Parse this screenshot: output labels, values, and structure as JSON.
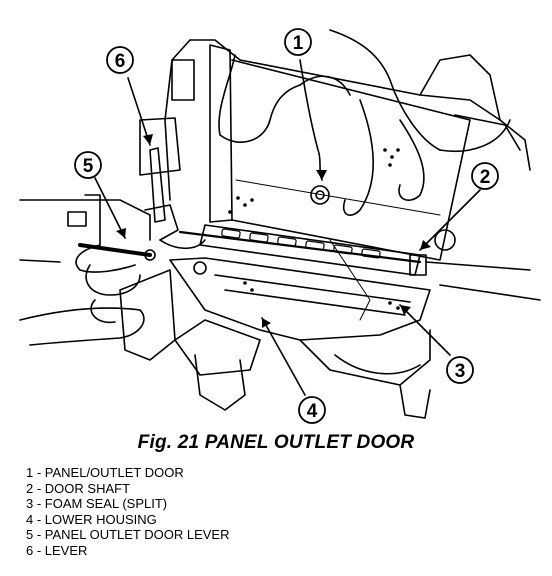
{
  "figure": {
    "caption": "Fig. 21 PANEL OUTLET DOOR",
    "callouts": [
      "1",
      "2",
      "3",
      "4",
      "5",
      "6"
    ]
  },
  "legend": [
    "1 - PANEL/OUTLET DOOR",
    "2 - DOOR SHAFT",
    "3 - FOAM SEAL (SPLIT)",
    "4 - LOWER HOUSING",
    "5 - PANEL OUTLET DOOR LEVER",
    "6 - LEVER"
  ]
}
